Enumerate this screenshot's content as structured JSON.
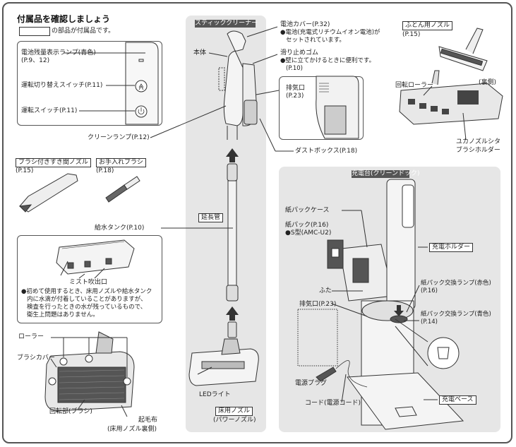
{
  "header": {
    "title": "付属品を確認しましょう",
    "legend": "の部品が付属品です。"
  },
  "switch_panel": {
    "battery_lamp": "電池残量表示ランプ(青色)",
    "battery_ref": "(P.9、12)",
    "mode_switch": "運転切り替えスイッチ(P.11)",
    "power_switch": "運転スイッチ(P.11)"
  },
  "stick": {
    "header": "スティッククリーナー",
    "body": "本体",
    "battery_cover": "電池カバー(P.32)",
    "battery_note_1": "●電池(充電式リチウムイオン電池)が",
    "battery_note_2": "セットされています。",
    "antislip": "滑り止めゴム",
    "antislip_note_1": "●壁に立てかけるときに便利です。",
    "antislip_note_2": "(P.10)",
    "exhaust": "排気口",
    "exhaust_ref": "(P.23)",
    "clean_lamp": "クリーンランプ(P.12)",
    "dust_box": "ダストボックス(P.18)",
    "extension": "延長管",
    "led": "LEDライト",
    "floor_nozzle": "床用ノズル",
    "power_nozzle": "(パワーノズル)"
  },
  "futon": {
    "label": "ふとん用ノズル",
    "ref": "(P.15)",
    "rotary_roller": "回転ローラー",
    "back_side": "(裏側)",
    "holder_1": "ユカノズルシタ",
    "holder_2": "ブラシホルダー"
  },
  "gap_nozzle": {
    "label": "ブラシ付きすき間ノズル",
    "ref": "(P.15)"
  },
  "care_brush": {
    "label": "お手入れブラシ",
    "ref": "(P.18)"
  },
  "tank": {
    "label": "給水タンク(P.10)",
    "mist": "ミスト吹出口",
    "note_1": "●初めて使用するとき、床用ノズルや給水タンク",
    "note_2": "内に水滴が付着していることがありますが、",
    "note_3": "検査を行ったときの水が残っているもので、",
    "note_4": "衛生上問題はありません。"
  },
  "nozzle_under": {
    "roller": "ローラー",
    "brush_cover": "ブラシカバー",
    "rotating": "回転部(ブラシ)",
    "felt": "起毛布",
    "felt_note": "(床用ノズル裏側)"
  },
  "dock": {
    "header": "充電台(クリーンドック)",
    "bag_case": "紙パックケース",
    "bag": "紙パック(P.16)",
    "bag_type": "●S型(AMC-U2)",
    "holder": "充電ホルダー",
    "lid": "ふた",
    "exhaust": "排気口(P.23)",
    "lamp_red": "紙パック交換ランプ(赤色)",
    "lamp_red_ref": "(P.16)",
    "lamp_blue": "紙パック交換ランプ(青色)",
    "lamp_blue_ref": "(P.14)",
    "plug": "電源プラグ",
    "cord": "コード(電源コード)",
    "base": "充電ベース"
  }
}
